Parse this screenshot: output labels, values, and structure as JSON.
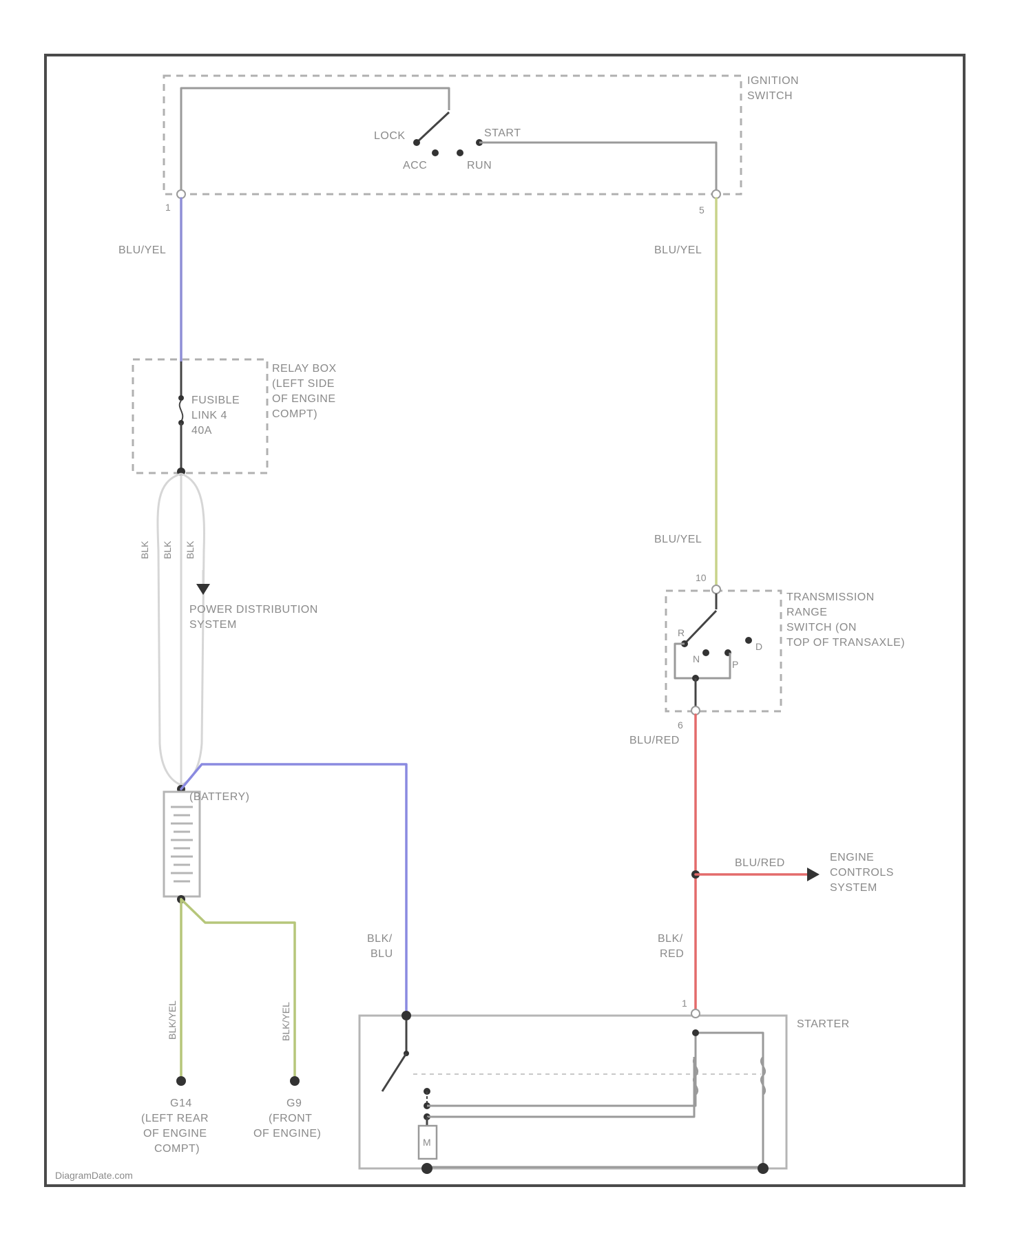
{
  "colors": {
    "frame": "#4a4a4a",
    "wire_gray": "#a8a8a8",
    "wire_blue_yellow_left": "#8e8ed6",
    "wire_blue_yellow_right": "#c8d38a",
    "wire_blue_red": "#e36b6b",
    "wire_black_blue": "#8a8ae0",
    "wire_black_yellow": "#b6c67a",
    "dot": "#333333",
    "text": "#8a8a8a"
  },
  "labels": {
    "ignition_switch": [
      "IGNITION",
      "SWITCH"
    ],
    "lock": "LOCK",
    "acc": "ACC",
    "run": "RUN",
    "start": "START",
    "pin_ign_left": "1",
    "pin_ign_right": "5",
    "wire_left_top": "BLU/YEL",
    "wire_right_top": "BLU/YEL",
    "relay_box": [
      "RELAY BOX",
      "(LEFT SIDE",
      "OF ENGINE",
      "COMPT)"
    ],
    "fusible_link": [
      "FUSIBLE",
      "LINK 4",
      "40A"
    ],
    "battery_wires": [
      "BLK",
      "BLK",
      "BLK"
    ],
    "power_distribution": [
      "POWER DISTRIBUTION",
      "SYSTEM"
    ],
    "wire_right_mid": "BLU/YEL",
    "pin_trs_top": "10",
    "transmission_switch": [
      "TRANSMISSION",
      "RANGE",
      "SWITCH (ON",
      "TOP OF TRANSAXLE)"
    ],
    "trs_pos_r": "R",
    "trs_pos_n": "N",
    "trs_pos_p": "P",
    "trs_pos_d": "D",
    "pin_trs_bottom": "6",
    "wire_blu_red_1": "BLU/RED",
    "battery": "(BATTERY)",
    "wire_blu_red_2": "BLU/RED",
    "engine_controls": [
      "ENGINE",
      "CONTROLS",
      "SYSTEM"
    ],
    "wire_blk_blu": [
      "BLK/",
      "BLU"
    ],
    "wire_blk_red": [
      "BLK/",
      "RED"
    ],
    "wire_blk_yel_left": "BLK/YEL",
    "wire_blk_yel_right": "BLK/YEL",
    "pin_starter": "1",
    "starter": "STARTER",
    "ground_left": [
      "G14",
      "(LEFT REAR",
      "OF ENGINE",
      "COMPT)"
    ],
    "ground_right": [
      "G9",
      "(FRONT",
      "OF ENGINE)"
    ],
    "motor": "M",
    "watermark": "DiagramDate.com"
  }
}
